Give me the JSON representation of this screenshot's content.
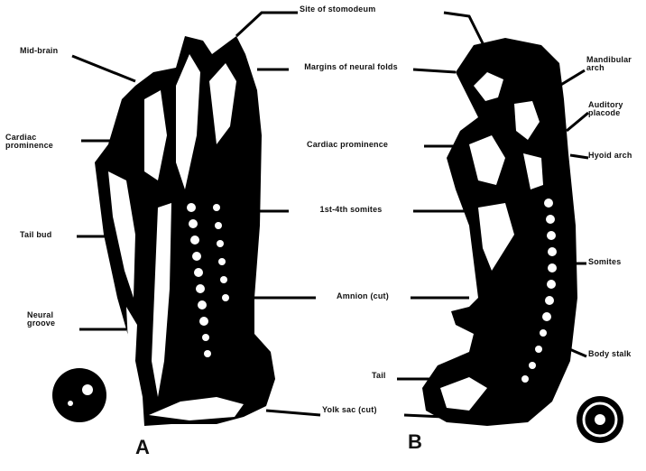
{
  "colors": {
    "ink": "#000000",
    "paper": "#ffffff"
  },
  "panels": {
    "a_letter": "A",
    "b_letter": "B"
  },
  "labels": {
    "top_center": "Site of stomodeum",
    "a_top_left": "Mid-brain",
    "a_cardiac": "Cardiac prominence",
    "a_tail": "Tail bud",
    "a_neural": "Neural groove",
    "center_margin": "Margins of neural folds",
    "center_cardiac": "Cardiac prominence",
    "center_somites": "1st-4th somites",
    "center_amnion": "Amnion (cut)",
    "center_yolk": "Yolk sac (cut)",
    "b_mandibular": "Mandibular arch",
    "b_auditory": "Auditory placode",
    "b_hyoid": "Hyoid arch",
    "b_somites": "Somites",
    "b_body_stalk": "Body stalk",
    "b_tail": "Tail"
  }
}
